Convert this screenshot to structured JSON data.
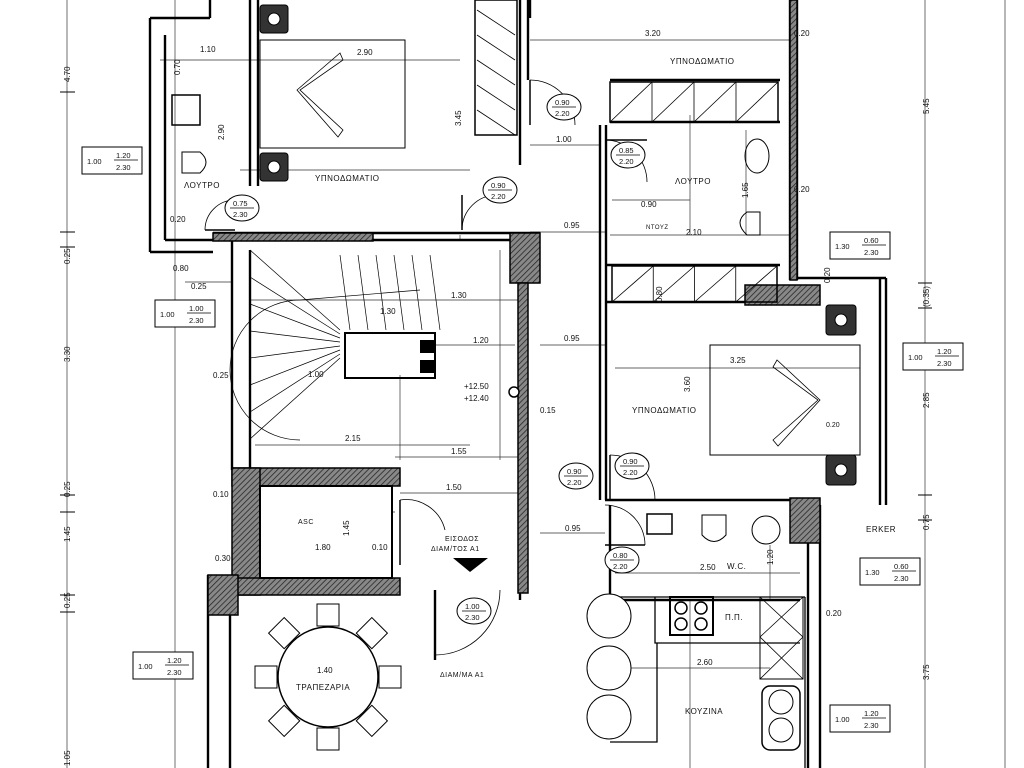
{
  "rooms": {
    "bedroom_1": "ΥΠΝΟΔΩΜΑΤΙΟ",
    "bath_1": "ΛΟΥΤΡΟ",
    "bedroom_2": "ΥΠΝΟΔΩΜΑΤΙΟ",
    "bath_2": "ΛΟΥΤΡΟ",
    "shower": "ΝΤΟΥΖ",
    "bedroom_3": "ΥΠΝΟΔΩΜΑΤΙΟ",
    "elevator": "ASC",
    "wc": "W.C.",
    "kitchen": "ΚΟΥΖΙΝΑ",
    "pp": "Π.Π.",
    "dining": "ΤΡΑΠΕΖΑΡΙΑ",
    "erker": "ERKER",
    "entrance": "ΕΙΣΟΔΟΣ",
    "entrance_sub": "ΔΙΑΜ/ΤΟΣ Α1",
    "apartment": "ΔΙΑΜ/ΜΑ Α1"
  },
  "levels": [
    "+12.50",
    "+12.40"
  ],
  "left_dims": [
    "4.70",
    "0.25",
    "3.30",
    "0.25",
    "1.45",
    "0.25",
    "1.05"
  ],
  "right_dims": [
    "5.45",
    "(0.35)",
    "2.85",
    "0.75",
    "3.75"
  ],
  "dims": [
    "1.10",
    "2.90",
    "3.45",
    "2.90",
    "0.70",
    "0.20",
    "3.20",
    "1.00",
    "0.95",
    "0.90",
    "2.10",
    "1.65",
    "0.20",
    "0.20",
    "0.80",
    "0.25",
    "1.30",
    "1.30",
    "1.20",
    "0.95",
    "3.25",
    "3.60",
    "0.15",
    "0.25",
    "1.00",
    "2.15",
    "1.55",
    "1.50",
    "0.10",
    "1.80",
    "1.45",
    "0.10",
    "0.30",
    "0.95",
    "2.50",
    "1.20",
    "2.60",
    "1.40",
    "0.20",
    "0.20",
    "0.80",
    "0.20"
  ],
  "windows": [
    {
      "w": "1.00",
      "h1": "1.20",
      "h2": "2.30"
    },
    {
      "w": "1.00",
      "h1": "1.00",
      "h2": "2.30"
    },
    {
      "w": "1.30",
      "h1": "0.60",
      "h2": "2.30"
    },
    {
      "w": "1.00",
      "h1": "1.20",
      "h2": "2.30"
    },
    {
      "w": "1.30",
      "h1": "0.60",
      "h2": "2.30"
    },
    {
      "w": "1.00",
      "h1": "1.20",
      "h2": "2.30"
    },
    {
      "w": "1.00",
      "h1": "1.20",
      "h2": "2.30"
    }
  ],
  "doors": [
    {
      "w": "0.75",
      "h": "2.30"
    },
    {
      "w": "0.90",
      "h": "2.20"
    },
    {
      "w": "0.90",
      "h": "2.20"
    },
    {
      "w": "0.85",
      "h": "2.20"
    },
    {
      "w": "0.90",
      "h": "2.20"
    },
    {
      "w": "0.90",
      "h": "2.20"
    },
    {
      "w": "0.80",
      "h": "2.20"
    },
    {
      "w": "1.00",
      "h": "2.30"
    }
  ]
}
